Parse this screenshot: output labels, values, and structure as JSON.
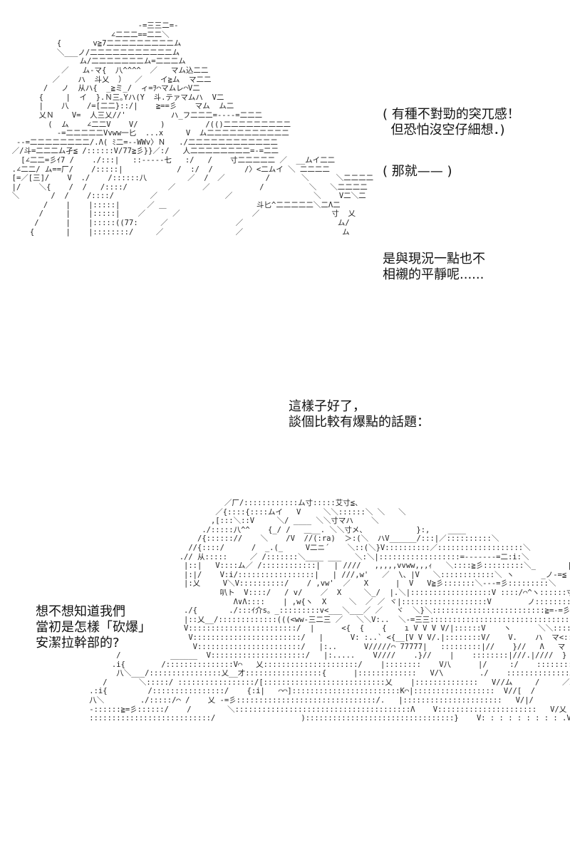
{
  "dialogue": {
    "thought_1": "( 有種不對勁的突兀感！\n  但恐怕沒空仔細想．)",
    "thought_2": "( 那就—— )",
    "speech_1": "是與現況一點也不\n相襯的平靜呢......",
    "speech_2": "這樣子好了，\n談個比較有爆點的話題：",
    "speech_3": "想不想知道我們\n當初是怎樣「砍爆」\n安潔拉幹部的?"
  },
  "ascii_art": {
    "top_figure": "                              ‐=三三二=‐\n                        ∠二二二==二二＼\n            {       v≧7二二二二二二二二二ム\n            ＼___ノ/二二二二二二二二二二二ム\n                 ム/二二二二二二二ム=二二二ム\n             ／   ム-マ{  八^^^^  ／   マム込二二\n           ／    ハ  斗乂  ）  ／    イ≧ム  マ二二\n         /   ノ  从ハ{  _≧ミ_/  ィ=ｦ⌒マムレ⌒V二\n        {     |  イ  }.Ｎ三｡Yハ(Y  斗.テァマムハ  V二\n        |    八    /=[二二}::/|    ≧==彡    マム  ム二\n        乂Ｎ    V=  人三乂//'          ハ_フ二二二=‐‐‐‐=二二二\n          (  ム    ∠二二V    V/     )         /(()二二二二二二二二二\n            -=二二二二二Vvww一匕  ...x     V  ム二二二二二二二二二二二\n   ‐‐=二二二二二二二二/.Λ( ﾐ二=‐‐WWv〉Ｎ   ./二二二二二二二二二二二二\n  ／/斗=二二二ム孑≦ /::::::V/77≧彡}}／:/   人二二二二二二二二=‐=二二\n    [∠二二=彡ｲ7 /    ./:::|   ::‐‐‐‐‐七   :/   /    寸二二二二二 ／  __ムイ二二\n  .∠二二/ ム==厂/    /:::::|            /  :/  /       /〉<二ムイ ＼ 二二二二\n  [=／[三]/    V  ./    /::::::八         ／  /  ／         /       ＼      ＼二二二二\n  |/    ＼{    /  /   /::::/         ／      ／           /          ＼   ＼二二二二\n  ＼       /  /    /::::/        ／               ／                  ＼    V二＼二\n         /    |    |:::::|      ／ ＿                    斗匕^二二二二二＼二Λ二\n        /     |    |:::::|    ／      ／                ／                寸  乂\n       /      |    |:::::((77:     ／               ／                     ム/\n      {       |    |::::::::/     ／                ／                      ム",
    "bottom_figure": "                                  ／厂/::::::::::::ム寸:::::艾寸≦、\n                                ／{::::{::::ムイ   V     ＼＼::::::＼ ＼   ＼\n                               ,[:::＼::V     ＼/ ____ ＼＼寸マハ    ＼\n                             ./:::::八^^    {_/ /   ＿__. ＼＼寸メ、           }:,    ____\n                            /{:::::://    ＼    /V  //(:ra)  ＞:(＼  ハV______/:::|／::::::::::＼\n                          //{::::/      /  _.(_     V二ニ´    ＼::(＼}V::::::::::／:::::::::::::::::::＼\n                        .// 从:::::     ／ /:::::::＼____ ___   ＼:＼|::::::::::::::::::=‐‐‐‐‐‐‐=二:i:＼\n                         |::|   V::::ム／ /::::::::::::|   | ////   ,,,,,vvww,,,ｨ   ＼::::≧彡:::::::::＼_       |八::乂_ノ\n                         |:|/    V:i/:::::::::::::::::|   | ///,w'   ／  \\、|V   ＼::::::::::::＼ ヽ      _ノ‐=≦\n                         |:乂     V＼V::::::::::/    / ,vw'  ／   X      |  V   V≧彡:::::::＼‐‐‐=彡:::::::::＼\n                                 叭ト  V::::/   / v/    ／  X     ＼_/  |.＼|::::::::::::::::::V ::::/⌒^ヽ::::::寸\n                                    Λ∨Λ::::    | ,w{ヽ  X     ＼  ／ ／ ヾ|:::::::::::::::::::V        ノ:::::::::＼\n                         ./{       ./:::ｲ介s。_:::::::::v<___＼___／ ／   ヾ  ＼}＼:::::::::::::::::::::::::≧=‐=彡::::::::::::\n                         |::乂__/:::::::::::::(((<ww‐三二三 ／   ＼＼V:..  ＼‐=三三:::::::::::::::::::::::::::::::::\n                         V::::::::::::::::::::::::/  |      <{  {    {    ı V V V V/|::::::V    ヽ      ＼＼:::::::::::::::::::::::::\n                          V::::::::::::::::::::::::/   |      V: :..` <{__[V V V/.|::::::::V/    V.    ハ  マ<::::::::::::::::::::::::\n                           V:::::::::::::::::::::::/   |:..      V/////⌒ 77777|   :::::::::|//    }//   Λ   マ      ⌒＼⌒寸\n          /           ______  V:::::::::::::::::::::/   |:.....    V////    .}//    |    ::::::::|///.|////  }   マ二=‐‐＼___\n         .i{        /:::::::::::::::V⌒   乂:::::::::::::::::::::/    |::::::::    V八      |/     :/    :::::::::|///.|///          マ\n          八＼___/::::::::::::::::乂__才:::::::::::::::::{      |:::::::::::::   V/\\        ./    ::::::::::::::Λ//   [///\n       /       ＼:::::/ :::::::::::::::::/[:::::::::::::::::::::::::::乂    |::::::::::::::   V//ム     /     ／Λ///|///         /{\n    .:i{         /::::::::::::::::/    {:i|   ⌒⌒]::::::::::::::::::::::::K⌒|::::::::::::::::::  V//[  /            //     V/..|///          /Λ\n    八＼        ./:::::/⌒ /    乂 ‐=彡:::::::::::::::::::::::::::::::/.   |::::::::::::::::::::::   V/|/           //    }/ |////        ///]\n    ‐::::::≧=彡::::::/    /        ＼:::::::::::::::::::::::::::::::::::::::Λ    V::::::::::::::::::::::   V/乂        //     |/////        ///:[\n    :::::::::::::::::::::::::::/                   ):::::::::::::::::::::::::::::::::}    V: : : : : : : : : .V乂      //      |/////        ///{"
  }
}
